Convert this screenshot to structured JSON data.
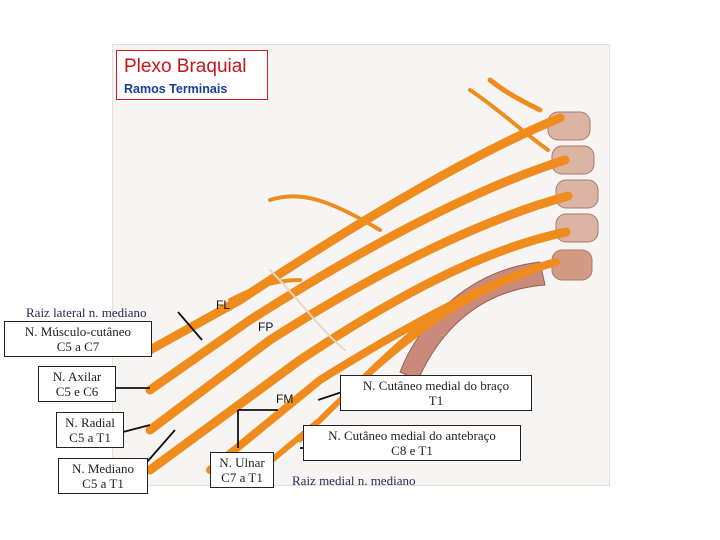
{
  "title": "Plexo Braquial",
  "subtitle": "Ramos Terminais",
  "abbreviations": {
    "fl": "FL",
    "fp": "FP",
    "fm": "FM"
  },
  "labels": {
    "raiz_lateral": "Raiz lateral n. mediano",
    "musculo_cutaneo": [
      "N. Músculo-cutâneo",
      "C5 a C7"
    ],
    "axilar": [
      "N. Axilar",
      "C5 e C6"
    ],
    "radial": [
      "N. Radial",
      "C5 a T1"
    ],
    "mediano": [
      "N. Mediano",
      "C5 a T1"
    ],
    "ulnar": [
      "N. Ulnar",
      "C7 a T1"
    ],
    "cutaneo_braco": [
      "N. Cutâneo medial do braço",
      "T1"
    ],
    "cutaneo_antebraco": [
      "N. Cutâneo medial do antebraço",
      "C8 e T1"
    ],
    "raiz_medial": "Raiz medial n. mediano"
  },
  "colors": {
    "nerve": "#f08c1e",
    "nerve_dark": "#c0620e",
    "bone": "#d9a48e",
    "artery": "#b97a6e",
    "title": "#c8141a",
    "subtitle": "#1a3c9a"
  }
}
